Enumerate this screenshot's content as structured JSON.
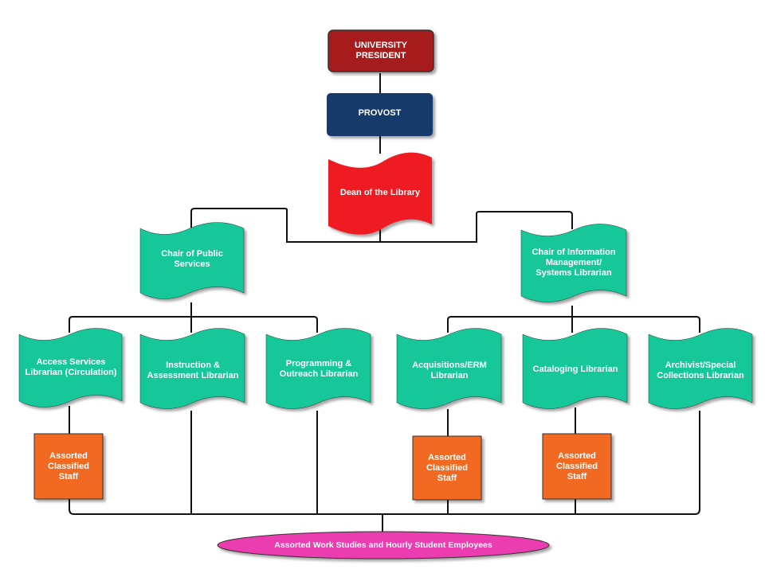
{
  "colors": {
    "president": "#a61d1d",
    "provost": "#173a6b",
    "dean": "#ee1c24",
    "chair": "#12c79a",
    "staff": "#f26a22",
    "students": "#ec3eb0",
    "connector": "#111111"
  },
  "nodes": {
    "president": "UNIVERSITY\nPRESIDENT",
    "provost": "PROVOST",
    "dean": "Dean of the Library",
    "chair_public": "Chair of Public\nServices",
    "chair_info": "Chair of Information\nManagement/\nSystems Librarian",
    "access": "Access Services\nLibrarian (Circulation)",
    "instruction": "Instruction &\nAssessment Librarian",
    "programming": "Programming &\nOutreach Librarian",
    "acquisitions": "Acquisitions/ERM\nLibrarian",
    "cataloging": "Cataloging Librarian",
    "archivist": "Archivist/Special\nCollections Librarian",
    "staff_1": "Assorted\nClassified\nStaff",
    "staff_2": "Assorted\nClassified\nStaff",
    "staff_3": "Assorted\nClassified\nStaff",
    "students": "Assorted Work Studies and Hourly Student Employees"
  }
}
